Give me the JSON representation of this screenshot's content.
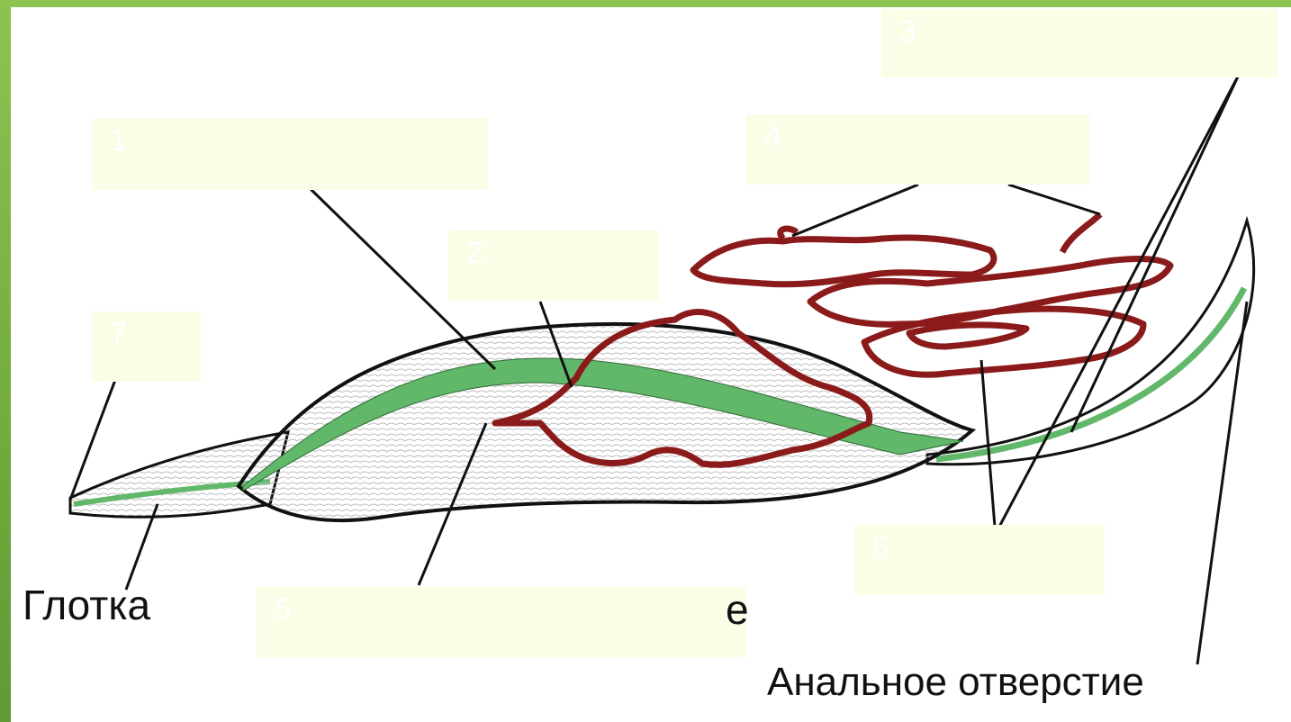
{
  "colors": {
    "frame": "#8dc350",
    "gut": "#62b86a",
    "vessel": "#8b1a1a",
    "label_fill": "#fbfde6"
  },
  "labels": [
    {
      "number": "1"
    },
    {
      "number": "2"
    },
    {
      "number": "3"
    },
    {
      "number": "4"
    },
    {
      "number": "5"
    },
    {
      "number": "6"
    },
    {
      "number": "7"
    }
  ],
  "captions": {
    "pharynx": "Глотка",
    "anus": "Анальное отверстие",
    "partial_bottom": "е"
  }
}
